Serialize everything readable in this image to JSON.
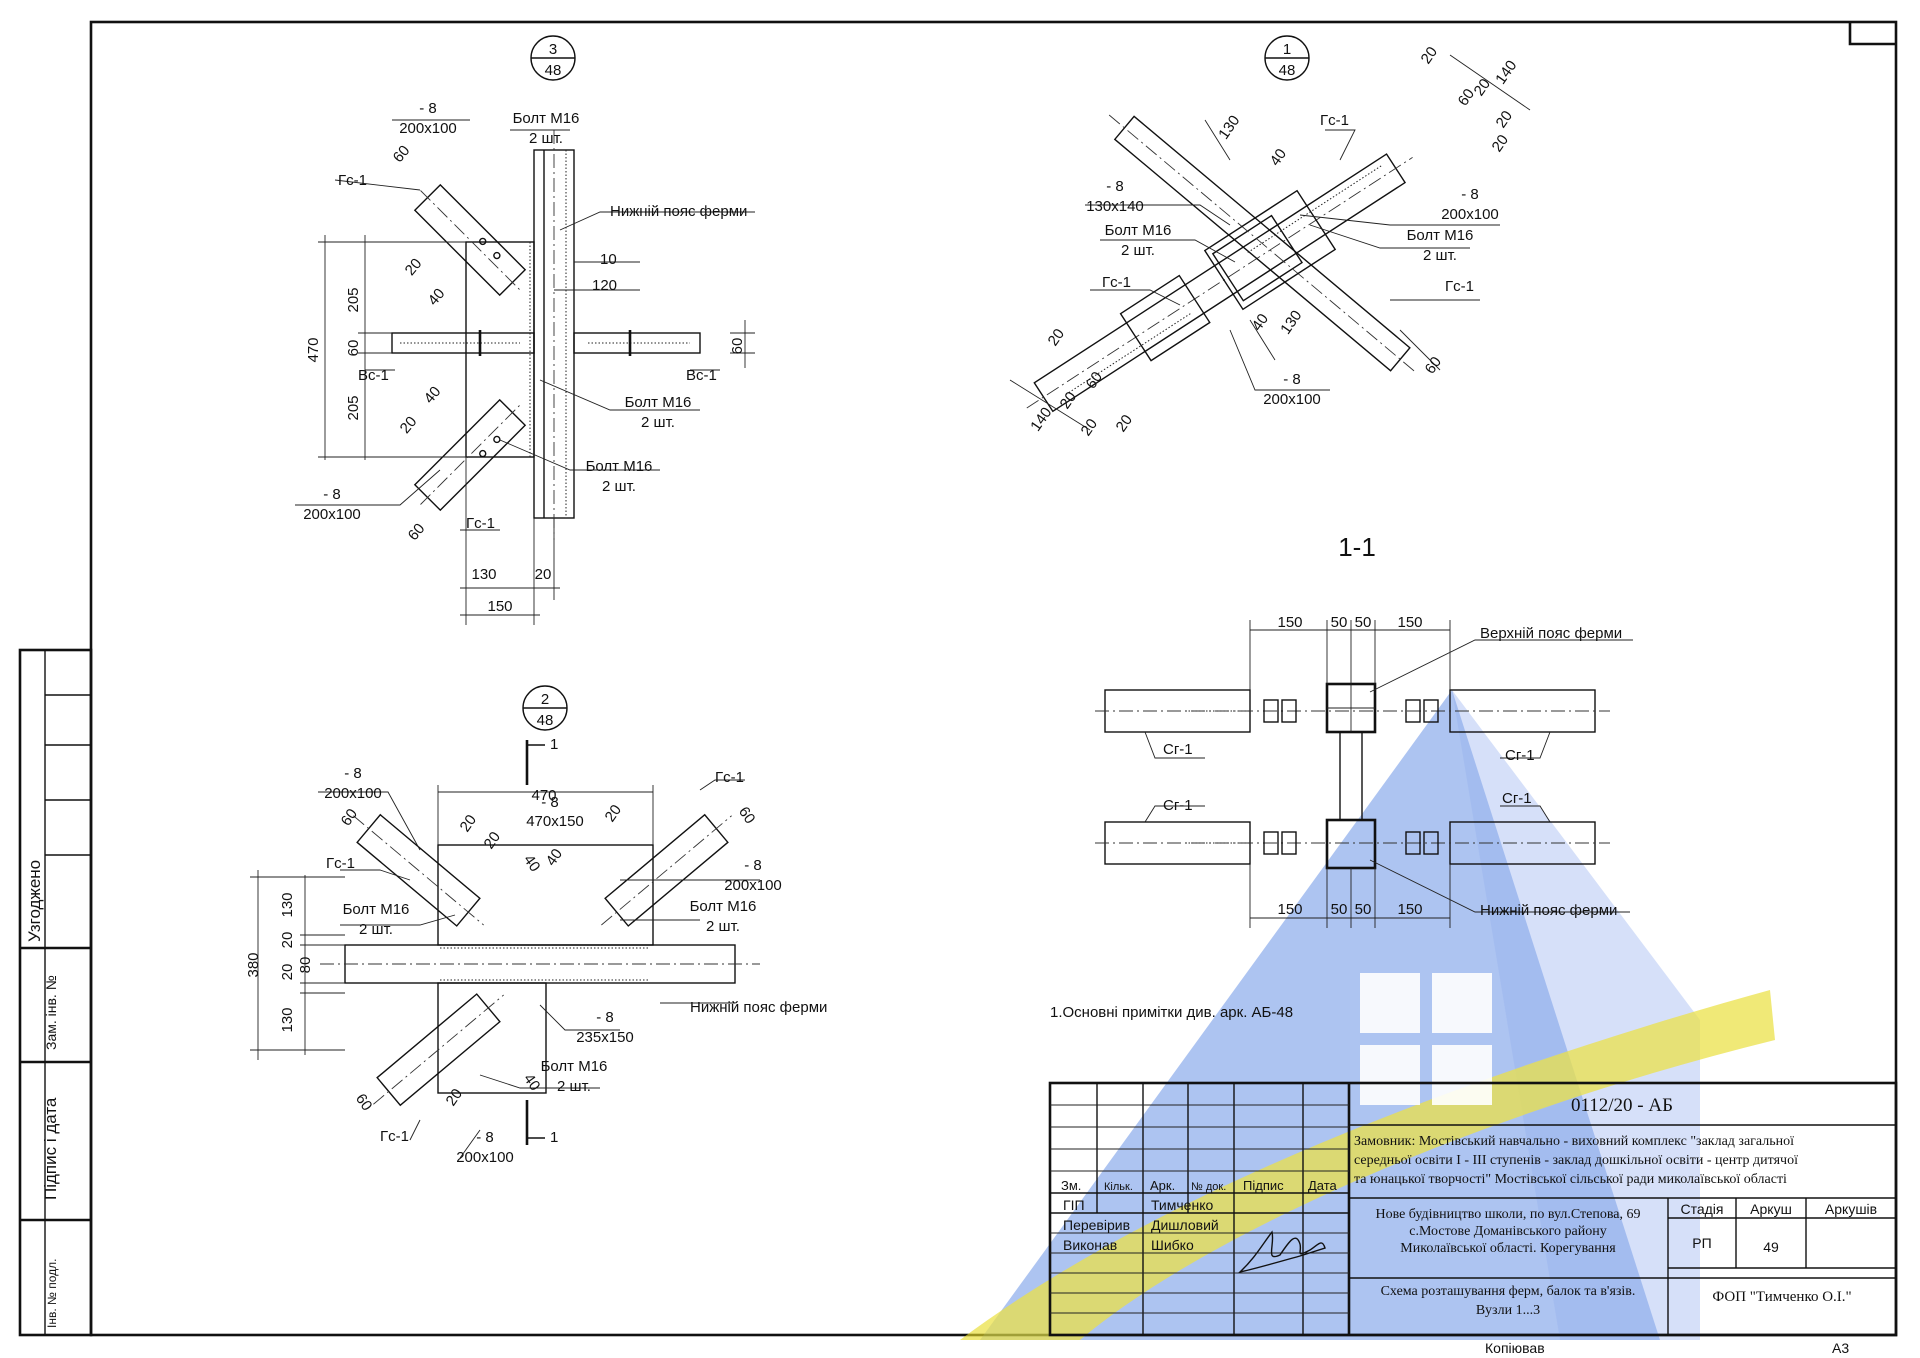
{
  "sheet": {
    "code": "0112/20 - АБ",
    "customer": [
      "Замовник: Мостівський навчально - виховний комплекс \"заклад загальної",
      "середньої освіти I - III ступенів - заклад дошкільної освіти - центр дитячої",
      "та юнацької творчості\" Мостівської сільської ради миколаївської області"
    ],
    "project": [
      "Нове будівництво школи, по вул.Степова, 69",
      "с.Мостове Доманівського району",
      "Миколаївської області. Корегування"
    ],
    "drawing_title": [
      "Схема розташування ферм, балок та в'язів.",
      "Вузли 1...3"
    ],
    "company": "ФОП \"Тимченко О.І.\"",
    "headers": {
      "zm": "Зм.",
      "kilk": "Кільк.",
      "ark": "Арк.",
      "ndok": "№ док.",
      "pidpys": "Підпис",
      "data": "Дата"
    },
    "roles": [
      {
        "role": "ГІП",
        "name": "Тимченко"
      },
      {
        "role": "Перевірив",
        "name": "Дишловий"
      },
      {
        "role": "Виконав",
        "name": "Шибко"
      }
    ],
    "stage_header": "Стадія",
    "sheet_header": "Аркуш",
    "sheets_header": "Аркушів",
    "stage": "РП",
    "sheet_no": "49",
    "copied": "Копіював",
    "format": "А3",
    "note": "1.Основні примітки див. арк. АБ-48"
  },
  "side_stamp": {
    "agreed": "Узгоджено",
    "inv_replace": "Зам. інв. №",
    "sign_date": "Підпис і дата",
    "inv_orig": "Інв. № подл."
  },
  "node3": {
    "num": "3",
    "ref": "48",
    "plate_top": [
      "- 8",
      "200x100"
    ],
    "plate_bot": [
      "- 8",
      "200x100"
    ],
    "bolt_top": [
      "Болт М16",
      "2 шт."
    ],
    "bolt_mid": [
      "Болт М16",
      "2 шт."
    ],
    "bolt_bot": [
      "Болт М16",
      "2 шт."
    ],
    "chord": "Нижній пояс ферми",
    "gs1": "Гс-1",
    "vs1": "Вс-1",
    "dims": [
      "60",
      "20",
      "40",
      "205",
      "470",
      "60",
      "205",
      "10",
      "120",
      "60",
      "20",
      "40",
      "60",
      "130",
      "20",
      "150"
    ]
  },
  "node1": {
    "num": "1",
    "ref": "48",
    "plate_a": [
      "- 8",
      "130x140"
    ],
    "plate_b": [
      "- 8",
      "200x100"
    ],
    "plate_c": [
      "- 8",
      "200x100"
    ],
    "bolt_a": [
      "Болт М16",
      "2 шт."
    ],
    "bolt_b": [
      "Болт М16",
      "2 шт."
    ],
    "gs1": "Гс-1",
    "dims": [
      "20",
      "140",
      "20",
      "60",
      "20",
      "20",
      "130",
      "40",
      "40",
      "130",
      "60",
      "20",
      "140",
      "20",
      "60",
      "20",
      "20"
    ]
  },
  "node2": {
    "num": "2",
    "ref": "48",
    "section": "1",
    "plate_main": [
      "- 8",
      "470x150"
    ],
    "len": "470",
    "plate_tl": [
      "- 8",
      "200x100"
    ],
    "plate_tr": [
      "- 8",
      "200x100"
    ],
    "plate_bot": [
      "- 8",
      "235x150"
    ],
    "plate_bl": [
      "- 8",
      "200x100"
    ],
    "bolt_l": [
      "Болт М16",
      "2 шт."
    ],
    "bolt_r": [
      "Болт М16",
      "2 шт."
    ],
    "bolt_b": [
      "Болт М16",
      "2 шт."
    ],
    "chord": "Нижній пояс ферми",
    "gs1": "Гс-1",
    "dims": [
      "60",
      "20",
      "20",
      "40",
      "40",
      "20",
      "60",
      "380",
      "20",
      "130",
      "20",
      "80",
      "130",
      "40",
      "20",
      "60"
    ]
  },
  "section11": {
    "title": "1-1",
    "top_chord": "Верхній пояс ферми",
    "bot_chord": "Нижній пояс ферми",
    "sg1": "Сг-1",
    "dims_top": [
      "150",
      "50",
      "50",
      "150"
    ],
    "dims_bot": [
      "150",
      "50",
      "50",
      "150"
    ]
  }
}
